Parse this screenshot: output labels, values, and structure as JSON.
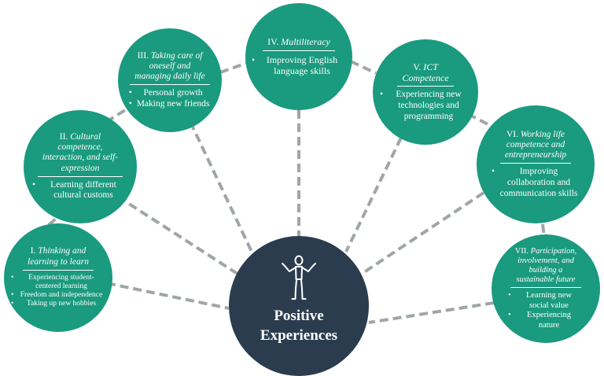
{
  "colors": {
    "node": "#1a9a7e",
    "hub": "#2b3c4e",
    "connector": "#a0a6a6"
  },
  "hub": {
    "icon": "figure-icon",
    "line1": "Positive",
    "line2": "Experiences"
  },
  "nodes": [
    {
      "num": "I.",
      "title_lines": [
        "Thinking and",
        "learning to learn"
      ],
      "items": [
        "Experiencing student-centered learning",
        "Freedom and independence",
        "Taking up new hobbies"
      ]
    },
    {
      "num": "II.",
      "title_lines": [
        "Cultural",
        "competence,",
        "interaction, and self-",
        "expression"
      ],
      "items": [
        "Learning different cultural customs"
      ]
    },
    {
      "num": "III.",
      "title_lines": [
        "Taking care of",
        "oneself and",
        "managing daily life"
      ],
      "items": [
        "Personal growth",
        "Making new friends"
      ]
    },
    {
      "num": "IV.",
      "title_lines": [
        "Multiliteracy"
      ],
      "items": [
        "Improving English language skills"
      ]
    },
    {
      "num": "V.",
      "title_lines": [
        "ICT",
        "Competence"
      ],
      "items": [
        "Experiencing new technologies and programming"
      ]
    },
    {
      "num": "VI.",
      "title_lines": [
        "Working life",
        "competence and",
        "entrepreneurship"
      ],
      "items": [
        "Improving collaboration and communication skills"
      ]
    },
    {
      "num": "VII.",
      "title_lines": [
        "Participation,",
        "involvement, and",
        "building a",
        "sustainable future"
      ],
      "items": [
        "Learning new social value",
        "Experiencing nature"
      ]
    }
  ]
}
